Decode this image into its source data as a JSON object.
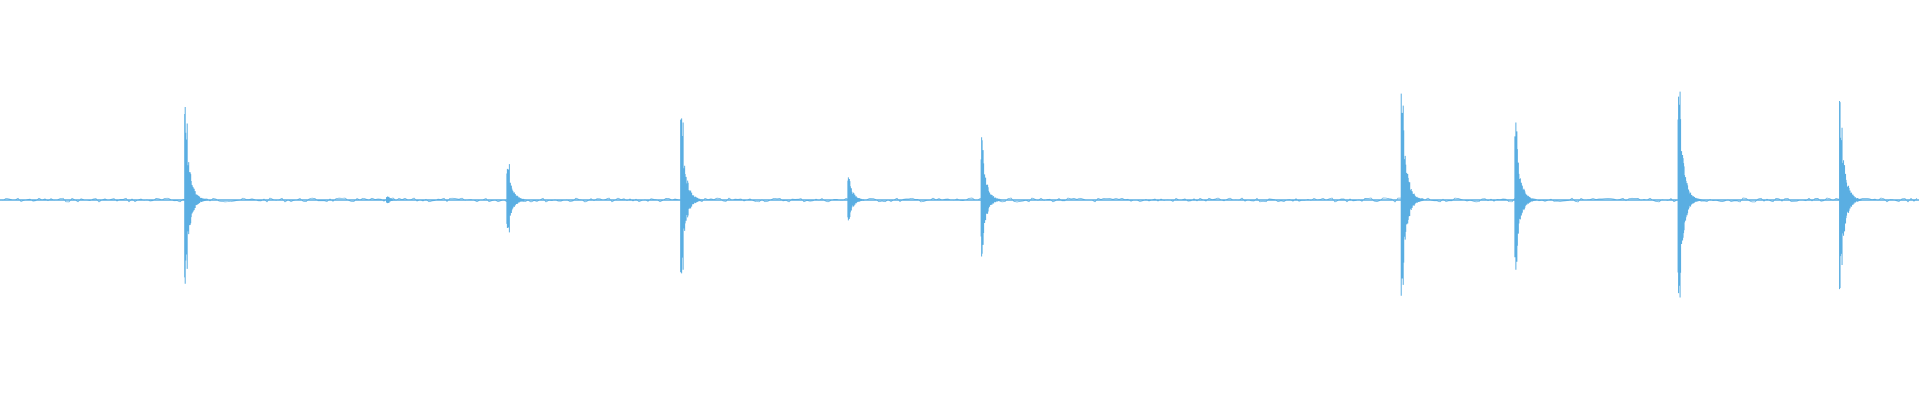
{
  "waveform": {
    "color": "#5aaee2",
    "background": "#ffffff",
    "baseline_noise": 0.01,
    "bursts": [
      {
        "time": 0.0962,
        "amplitude": 0.5
      },
      {
        "time": 0.2013,
        "amplitude": 0.02
      },
      {
        "time": 0.264,
        "amplitude": 0.22
      },
      {
        "time": 0.3545,
        "amplitude": 0.46
      },
      {
        "time": 0.4416,
        "amplitude": 0.13
      },
      {
        "time": 0.511,
        "amplitude": 0.33
      },
      {
        "time": 0.7298,
        "amplitude": 0.6
      },
      {
        "time": 0.789,
        "amplitude": 0.42
      },
      {
        "time": 0.874,
        "amplitude": 0.64
      },
      {
        "time": 0.9581,
        "amplitude": 0.55
      }
    ],
    "end": 0.9995
  }
}
